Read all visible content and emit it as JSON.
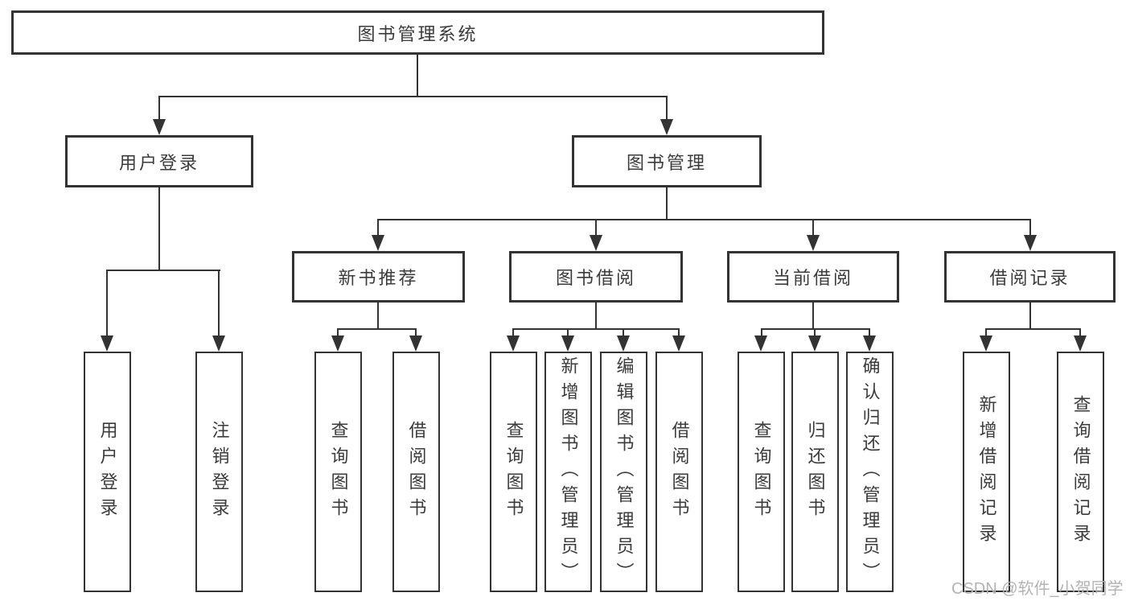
{
  "tree": {
    "label": "图书管理系统",
    "children": [
      {
        "label": "用户登录",
        "children": [
          {
            "label": "用户登录"
          },
          {
            "label": "注销登录"
          }
        ]
      },
      {
        "label": "图书管理",
        "children": [
          {
            "label": "新书推荐",
            "children": [
              {
                "label": "查询图书"
              },
              {
                "label": "借阅图书"
              }
            ]
          },
          {
            "label": "图书借阅",
            "children": [
              {
                "label": "查询图书"
              },
              {
                "label": "新增图书（管理员）"
              },
              {
                "label": "编辑图书（管理员）"
              },
              {
                "label": "借阅图书"
              }
            ]
          },
          {
            "label": "当前借阅",
            "children": [
              {
                "label": "查询图书"
              },
              {
                "label": "归还图书"
              },
              {
                "label": "确认归还（管理员）"
              }
            ]
          },
          {
            "label": "借阅记录",
            "children": [
              {
                "label": "新增借阅记录"
              },
              {
                "label": "查询借阅记录"
              }
            ]
          }
        ]
      }
    ]
  },
  "watermark": {
    "text": "CSDN @软件_小贺同学",
    "color": "#b3b3b3"
  },
  "colors": {
    "line": "#333333",
    "text": "#3b3b3b",
    "background": "#ffffff"
  }
}
